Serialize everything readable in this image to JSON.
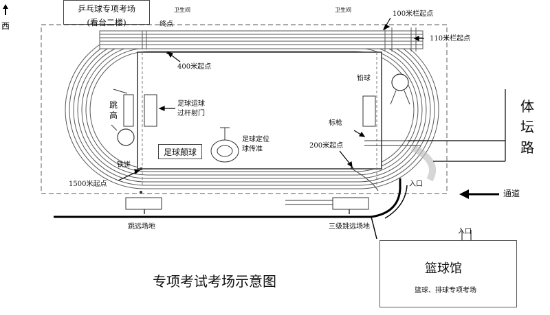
{
  "north_marker": {
    "label": "西"
  },
  "pingpong_venue": {
    "line1": "乒乓球专项考场",
    "line2": "(看台二楼)"
  },
  "restrooms": [
    "卫生间",
    "卫生间"
  ],
  "labels": {
    "finish": "终点",
    "hurdle_100m": "100米栏起点",
    "hurdle_110m": "110米栏起点",
    "start_400m": "400米起点",
    "football_dribble": {
      "line1": "足球运球",
      "line2": "过杆射门"
    },
    "football_juggling": "足球颠球",
    "football_pass": {
      "line1": "足球定位",
      "line2": "球传准"
    },
    "shot_put": "铅球",
    "javelin": "标枪",
    "start_200m": "200米起点",
    "start_1500m": "1500米起点",
    "high_jump": {
      "line1": "跳",
      "line2": "高"
    },
    "discus": "铁饼",
    "long_jump": "跳远场地",
    "triple_jump": "三级跳远场地",
    "entrance_track": "入口",
    "entrance_gym": "入口",
    "passage": "通道",
    "road": "体坛路"
  },
  "gym": {
    "name": "篮球馆",
    "subtitle": "篮球、排球专项考场"
  },
  "diagram_title": "专项考试考场示意图"
}
